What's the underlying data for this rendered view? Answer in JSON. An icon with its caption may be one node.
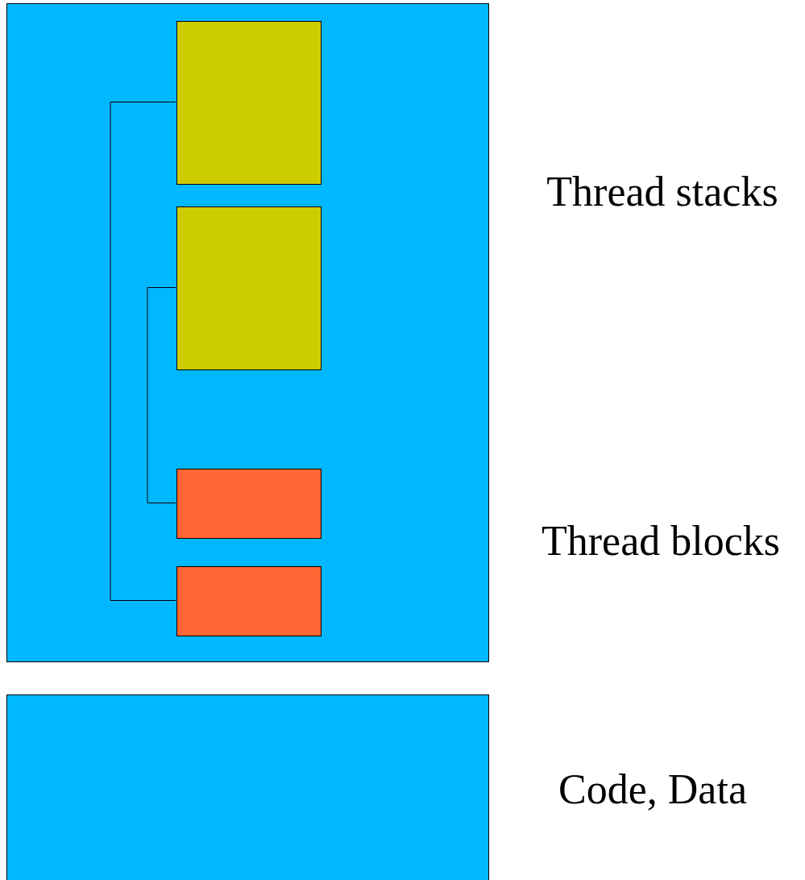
{
  "diagram": {
    "nodes": [
      {
        "text": [],
        "shape": "box"
      },
      {
        "text": [],
        "shape": "box",
        "in": 0
      },
      {
        "text": [],
        "shape": "box",
        "in": 0
      },
      {
        "text": [],
        "shape": "box",
        "in": 0
      },
      {
        "text": [],
        "shape": "box",
        "in": 0
      },
      {
        "text": [],
        "shape": "box"
      }
    ],
    "edges": [
      {
        "from": 1,
        "to": 4,
        "arrow": "none"
      },
      {
        "from": 2,
        "to": 3,
        "arrow": "none"
      }
    ],
    "labels": [
      "Thread stacks",
      "Thread blocks",
      "Code, Data"
    ]
  }
}
